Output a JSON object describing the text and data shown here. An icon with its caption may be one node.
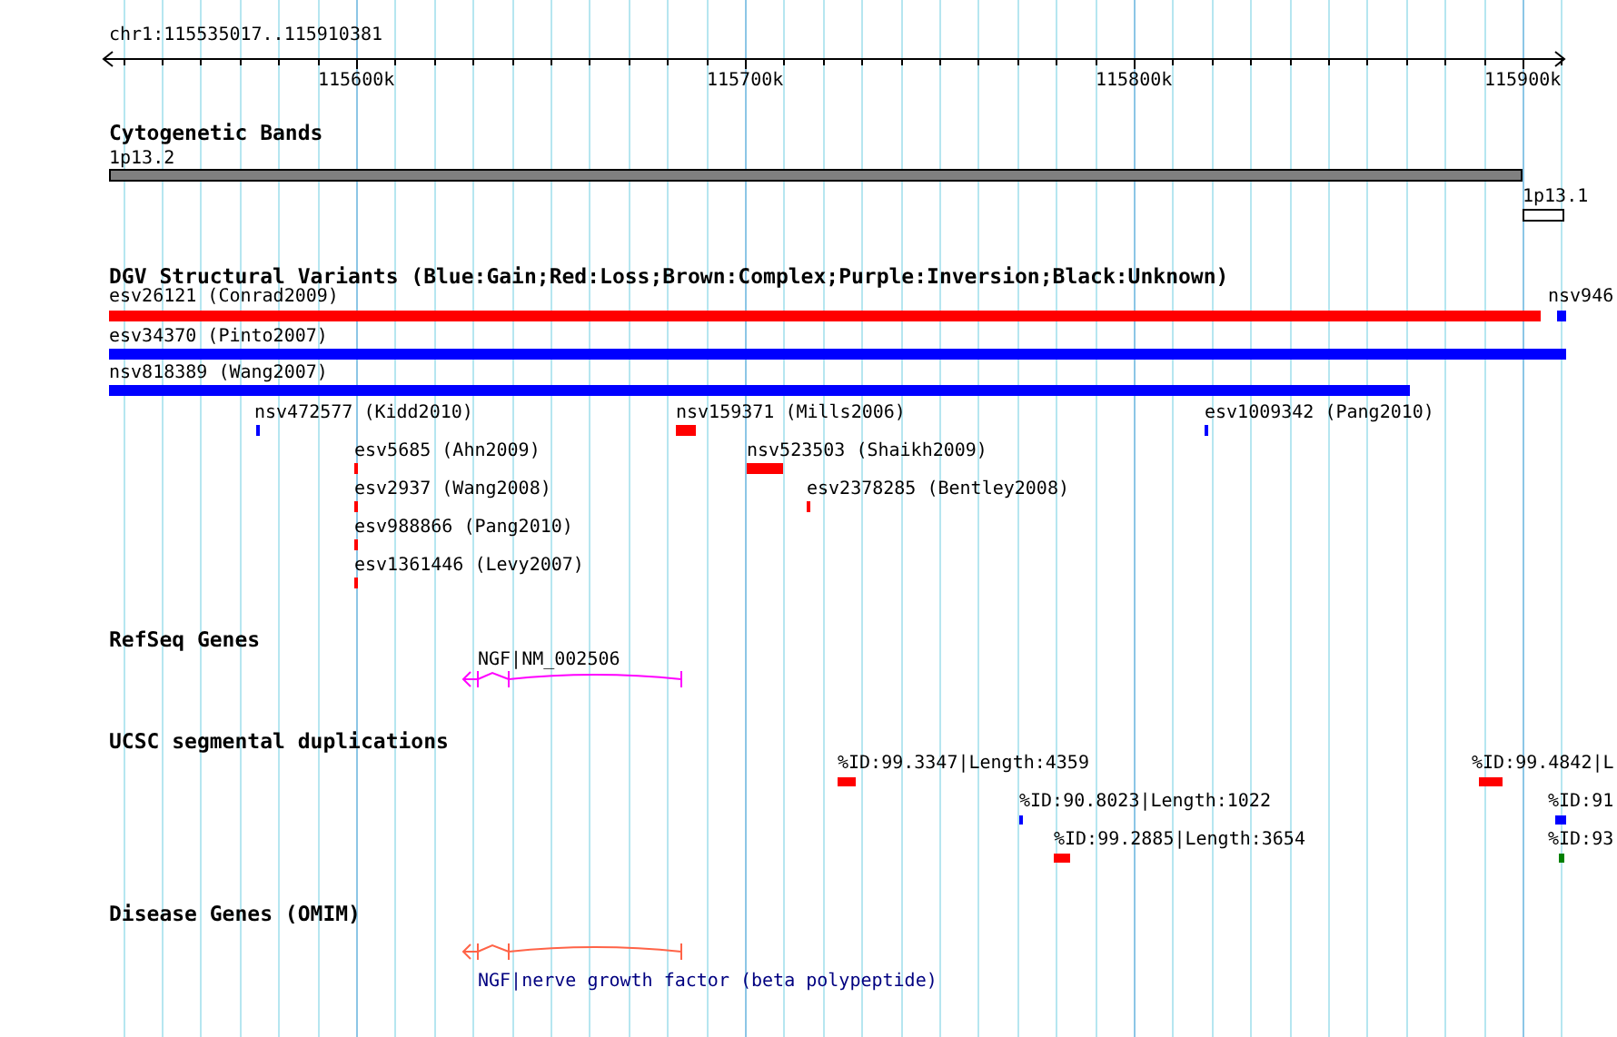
{
  "diagram": {
    "nodes": [
      {
        "text": [],
        "shape": "bar",
        "beside": [
          "1p13.2"
        ]
      },
      {
        "text": [],
        "shape": "box",
        "beside": [
          "1p13.1"
        ]
      },
      {
        "text": [],
        "shape": "bar",
        "beside": [
          "esv26121 (Conrad2009)"
        ]
      },
      {
        "text": [],
        "shape": "bar",
        "beside": [
          "nsv946"
        ]
      },
      {
        "text": [],
        "shape": "bar",
        "beside": [
          "esv34370 (Pinto2007)"
        ]
      },
      {
        "text": [],
        "shape": "bar",
        "beside": [
          "nsv818389 (Wang2007)"
        ]
      },
      {
        "text": [],
        "shape": "bar",
        "beside": [
          "nsv472577 (Kidd2010)"
        ]
      },
      {
        "text": [],
        "shape": "bar",
        "beside": [
          "nsv159371 (Mills2006)"
        ]
      },
      {
        "text": [],
        "shape": "bar",
        "beside": [
          "esv1009342 (Pang2010)"
        ]
      },
      {
        "text": [],
        "shape": "bar",
        "beside": [
          "esv5685 (Ahn2009)"
        ]
      },
      {
        "text": [],
        "shape": "bar",
        "beside": [
          "nsv523503 (Shaikh2009)"
        ]
      },
      {
        "text": [],
        "shape": "bar",
        "beside": [
          "esv2937 (Wang2008)"
        ]
      },
      {
        "text": [],
        "shape": "bar",
        "beside": [
          "esv2378285 (Bentley2008)"
        ]
      },
      {
        "text": [],
        "shape": "bar",
        "beside": [
          "esv988866 (Pang2010)"
        ]
      },
      {
        "text": [],
        "shape": "bar",
        "beside": [
          "esv1361446 (Levy2007)"
        ]
      },
      {
        "text": [
          "NGF|NM_002506"
        ]
      },
      {
        "text": [],
        "shape": "bar",
        "beside": [
          "%ID:99.3347|Length:4359"
        ]
      },
      {
        "text": [],
        "shape": "bar",
        "beside": [
          "%ID:99.4842|L"
        ]
      },
      {
        "text": [],
        "shape": "bar",
        "beside": [
          "%ID:90.8023|Length:1022"
        ]
      },
      {
        "text": [],
        "shape": "bar",
        "beside": [
          "%ID:91"
        ]
      },
      {
        "text": [],
        "shape": "bar",
        "beside": [
          "%ID:99.2885|Length:3654"
        ]
      },
      {
        "text": [],
        "shape": "bar",
        "beside": [
          "%ID:93"
        ]
      },
      {
        "text": [
          "NGF|nerve growth factor (beta polypeptide)"
        ]
      }
    ],
    "labels": [
      "chr1:115535017..115910381",
      "115600k",
      "115700k",
      "115800k",
      "115900k",
      "Cytogenetic Bands",
      "DGV Structural Variants (Blue:Gain;Red:Loss;Brown:Complex;Purple:Inversion;Black:Unknown)",
      "RefSeq Genes",
      "UCSC segmental duplications",
      "Disease Genes (OMIM)"
    ]
  }
}
